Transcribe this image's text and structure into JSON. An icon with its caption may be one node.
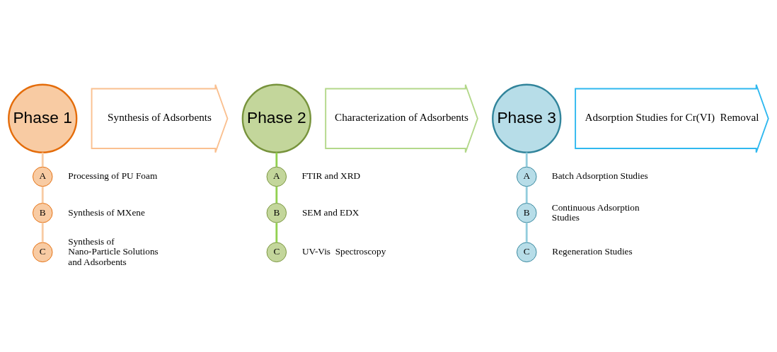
{
  "diagram": {
    "nodes": [
      {
        "text": [
          "Phase 1"
        ]
      },
      {
        "text": [
          "Synthesis of Adsorbents"
        ]
      },
      {
        "text": [
          "A"
        ],
        "beside": [
          "Processing of PU Foam"
        ]
      },
      {
        "text": [
          "B"
        ],
        "beside": [
          "Synthesis of MXene"
        ]
      },
      {
        "text": [
          "C"
        ],
        "beside": [
          "Synthesis of Nano-Particle Solutions and Adsorbents"
        ]
      },
      {
        "text": [
          "Phase 2"
        ]
      },
      {
        "text": [
          "Characterization of Adsorbents"
        ]
      },
      {
        "text": [
          "A"
        ],
        "beside": [
          "FTIR and XRD"
        ]
      },
      {
        "text": [
          "B"
        ],
        "beside": [
          "SEM and EDX"
        ]
      },
      {
        "text": [
          "C"
        ],
        "beside": [
          "UV-Vis  Spectroscopy"
        ]
      },
      {
        "text": [
          "Phase 3"
        ]
      },
      {
        "text": [
          "Adsorption Studies for Cr(VI)  Removal"
        ]
      },
      {
        "text": [
          "A"
        ],
        "beside": [
          "Batch Adsorption Studies"
        ]
      },
      {
        "text": [
          "B"
        ],
        "beside": [
          "Continuous Adsorption Studies"
        ]
      },
      {
        "text": [
          "C"
        ],
        "beside": [
          "Regeneration Studies"
        ]
      }
    ],
    "edges": [
      {
        "from": 0,
        "to": 2,
        "arrow": "none",
        "color": "#f8cba3"
      },
      {
        "from": 2,
        "to": 3,
        "arrow": "none",
        "color": "#f8cba3"
      },
      {
        "from": 3,
        "to": 4,
        "arrow": "none",
        "color": "#f8cba3"
      },
      {
        "from": 5,
        "to": 7,
        "arrow": "none",
        "color": "#92d050"
      },
      {
        "from": 7,
        "to": 8,
        "arrow": "none",
        "color": "#92d050"
      },
      {
        "from": 8,
        "to": 9,
        "arrow": "none",
        "color": "#92d050"
      },
      {
        "from": 10,
        "to": 12,
        "arrow": "none",
        "color": "#93cddd"
      },
      {
        "from": 12,
        "to": 13,
        "arrow": "none",
        "color": "#93cddd"
      },
      {
        "from": 13,
        "to": 14,
        "arrow": "none",
        "color": "#93cddd"
      }
    ]
  }
}
